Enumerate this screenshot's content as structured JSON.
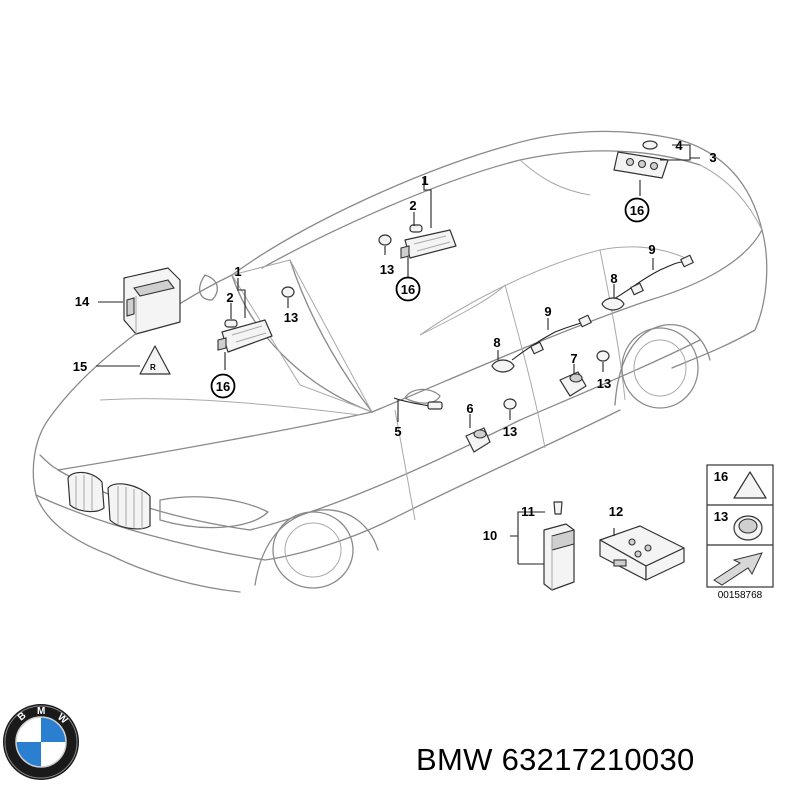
{
  "diagram": {
    "callouts": {
      "c1a": "1",
      "c1b": "1",
      "c2a": "2",
      "c2b": "2",
      "c3": "3",
      "c4": "4",
      "c5": "5",
      "c6": "6",
      "c7": "7",
      "c8a": "8",
      "c8b": "8",
      "c9a": "9",
      "c9b": "9",
      "c10": "10",
      "c11": "11",
      "c12": "12",
      "c13a": "13",
      "c13b": "13",
      "c13c": "13",
      "c13d": "13",
      "c14": "14",
      "c15": "15",
      "c16a": "16",
      "c16b": "16",
      "c16c": "16"
    },
    "legend": {
      "item16": "16",
      "item13": "13"
    },
    "drawing_number": "00158768"
  },
  "footer": {
    "brand": "BMW",
    "part_number": "63217210030"
  }
}
